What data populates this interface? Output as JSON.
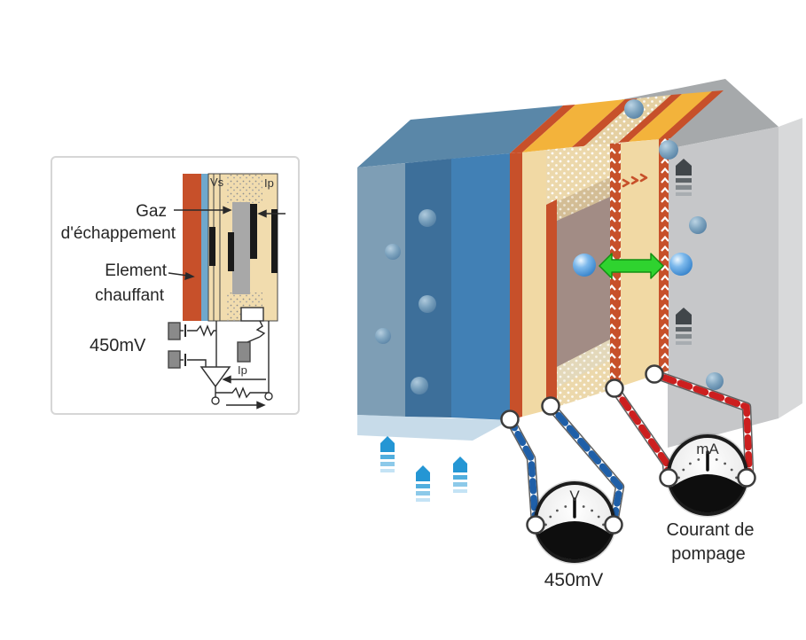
{
  "inset": {
    "gaz_line1": "Gaz",
    "gaz_line2": "d'échappement",
    "element_line1": "Element",
    "element_line2": "chauffant",
    "voltage": "450mV",
    "vs_label": "Vs",
    "ip_label_top": "Ip",
    "ip_label_bottom": "Ip"
  },
  "main": {
    "voltmeter_unit": "V",
    "voltmeter_value": "450mV",
    "ammeter_unit": "mA",
    "ammeter_caption_line1": "Courant de",
    "ammeter_caption_line2": "pompage"
  },
  "colors": {
    "layer_red": "#c7502a",
    "layer_tan": "#f1d9a4",
    "layer_yellow": "#f3b33b",
    "blue_block": "#4180b5",
    "gray_block": "#c6c7c9",
    "cavity_mauve": "#a28c85",
    "green_arrow": "#2fd32f",
    "wire_blue": "#1f5fa8",
    "wire_red": "#cc1f1f"
  }
}
